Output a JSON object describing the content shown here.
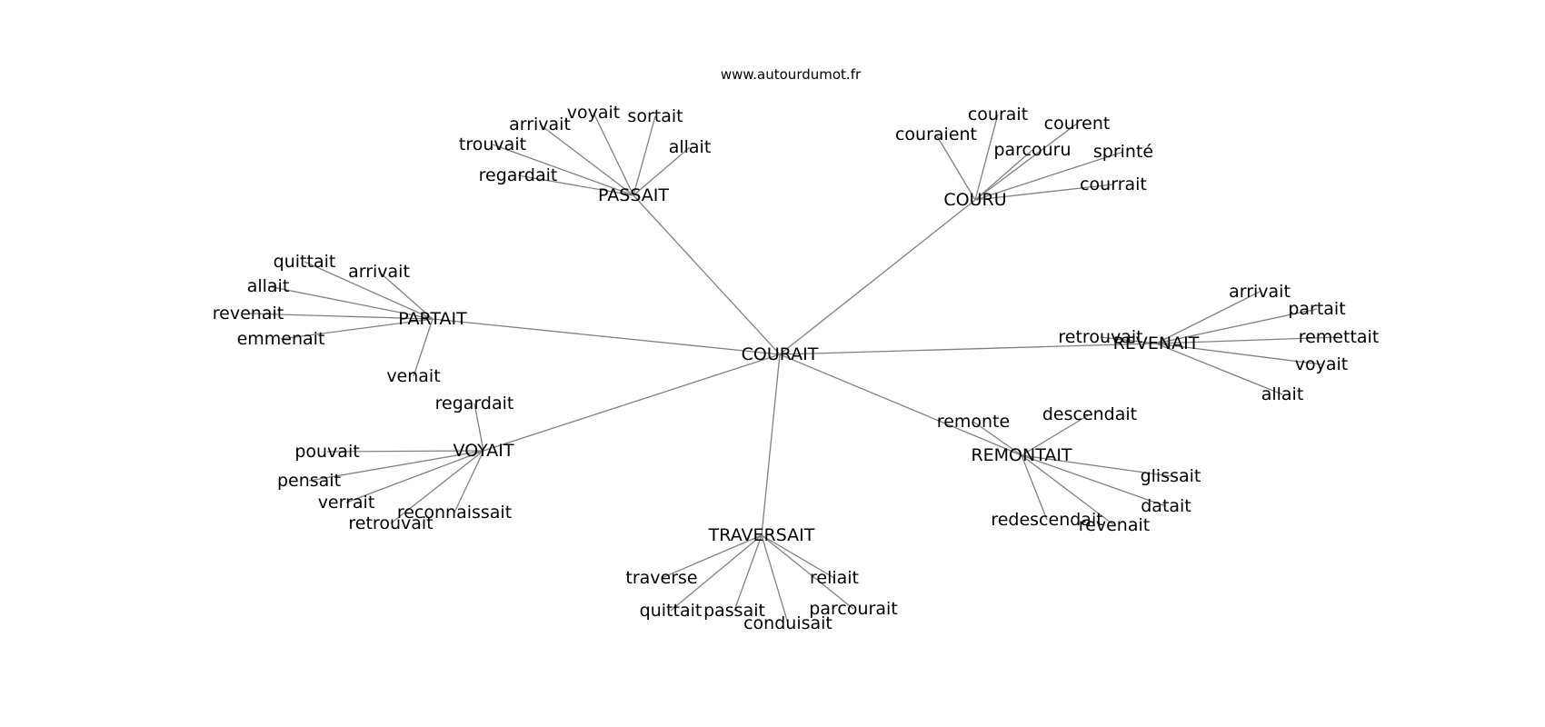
{
  "site": "www.autourdumot.fr",
  "colors": {
    "edge": "#808080",
    "text": "#000000",
    "background": "#ffffff"
  },
  "graph": {
    "center": "COURAIT",
    "clusters": [
      {
        "hub": "PASSAIT",
        "leaves": [
          "arrivait",
          "voyait",
          "sortait",
          "trouvait",
          "allait",
          "regardait"
        ]
      },
      {
        "hub": "COURU",
        "leaves": [
          "courait",
          "couraient",
          "courent",
          "parcouru",
          "sprinté",
          "courrait"
        ]
      },
      {
        "hub": "PARTAIT",
        "leaves": [
          "quittait",
          "arrivait",
          "allait",
          "revenait",
          "emmenait",
          "venait"
        ]
      },
      {
        "hub": "REVENAIT",
        "leaves": [
          "arrivait",
          "partait",
          "retrouvait",
          "remettait",
          "voyait",
          "allait"
        ]
      },
      {
        "hub": "VOYAIT",
        "leaves": [
          "regardait",
          "pouvait",
          "pensait",
          "verrait",
          "reconnaissait",
          "retrouvait"
        ]
      },
      {
        "hub": "REMONTAIT",
        "leaves": [
          "remonte",
          "descendait",
          "glissait",
          "datait",
          "redescendait",
          "revenait"
        ]
      },
      {
        "hub": "TRAVERSAIT",
        "leaves": [
          "traverse",
          "reliait",
          "quittait",
          "passait",
          "parcourait",
          "conduisait"
        ]
      }
    ]
  }
}
